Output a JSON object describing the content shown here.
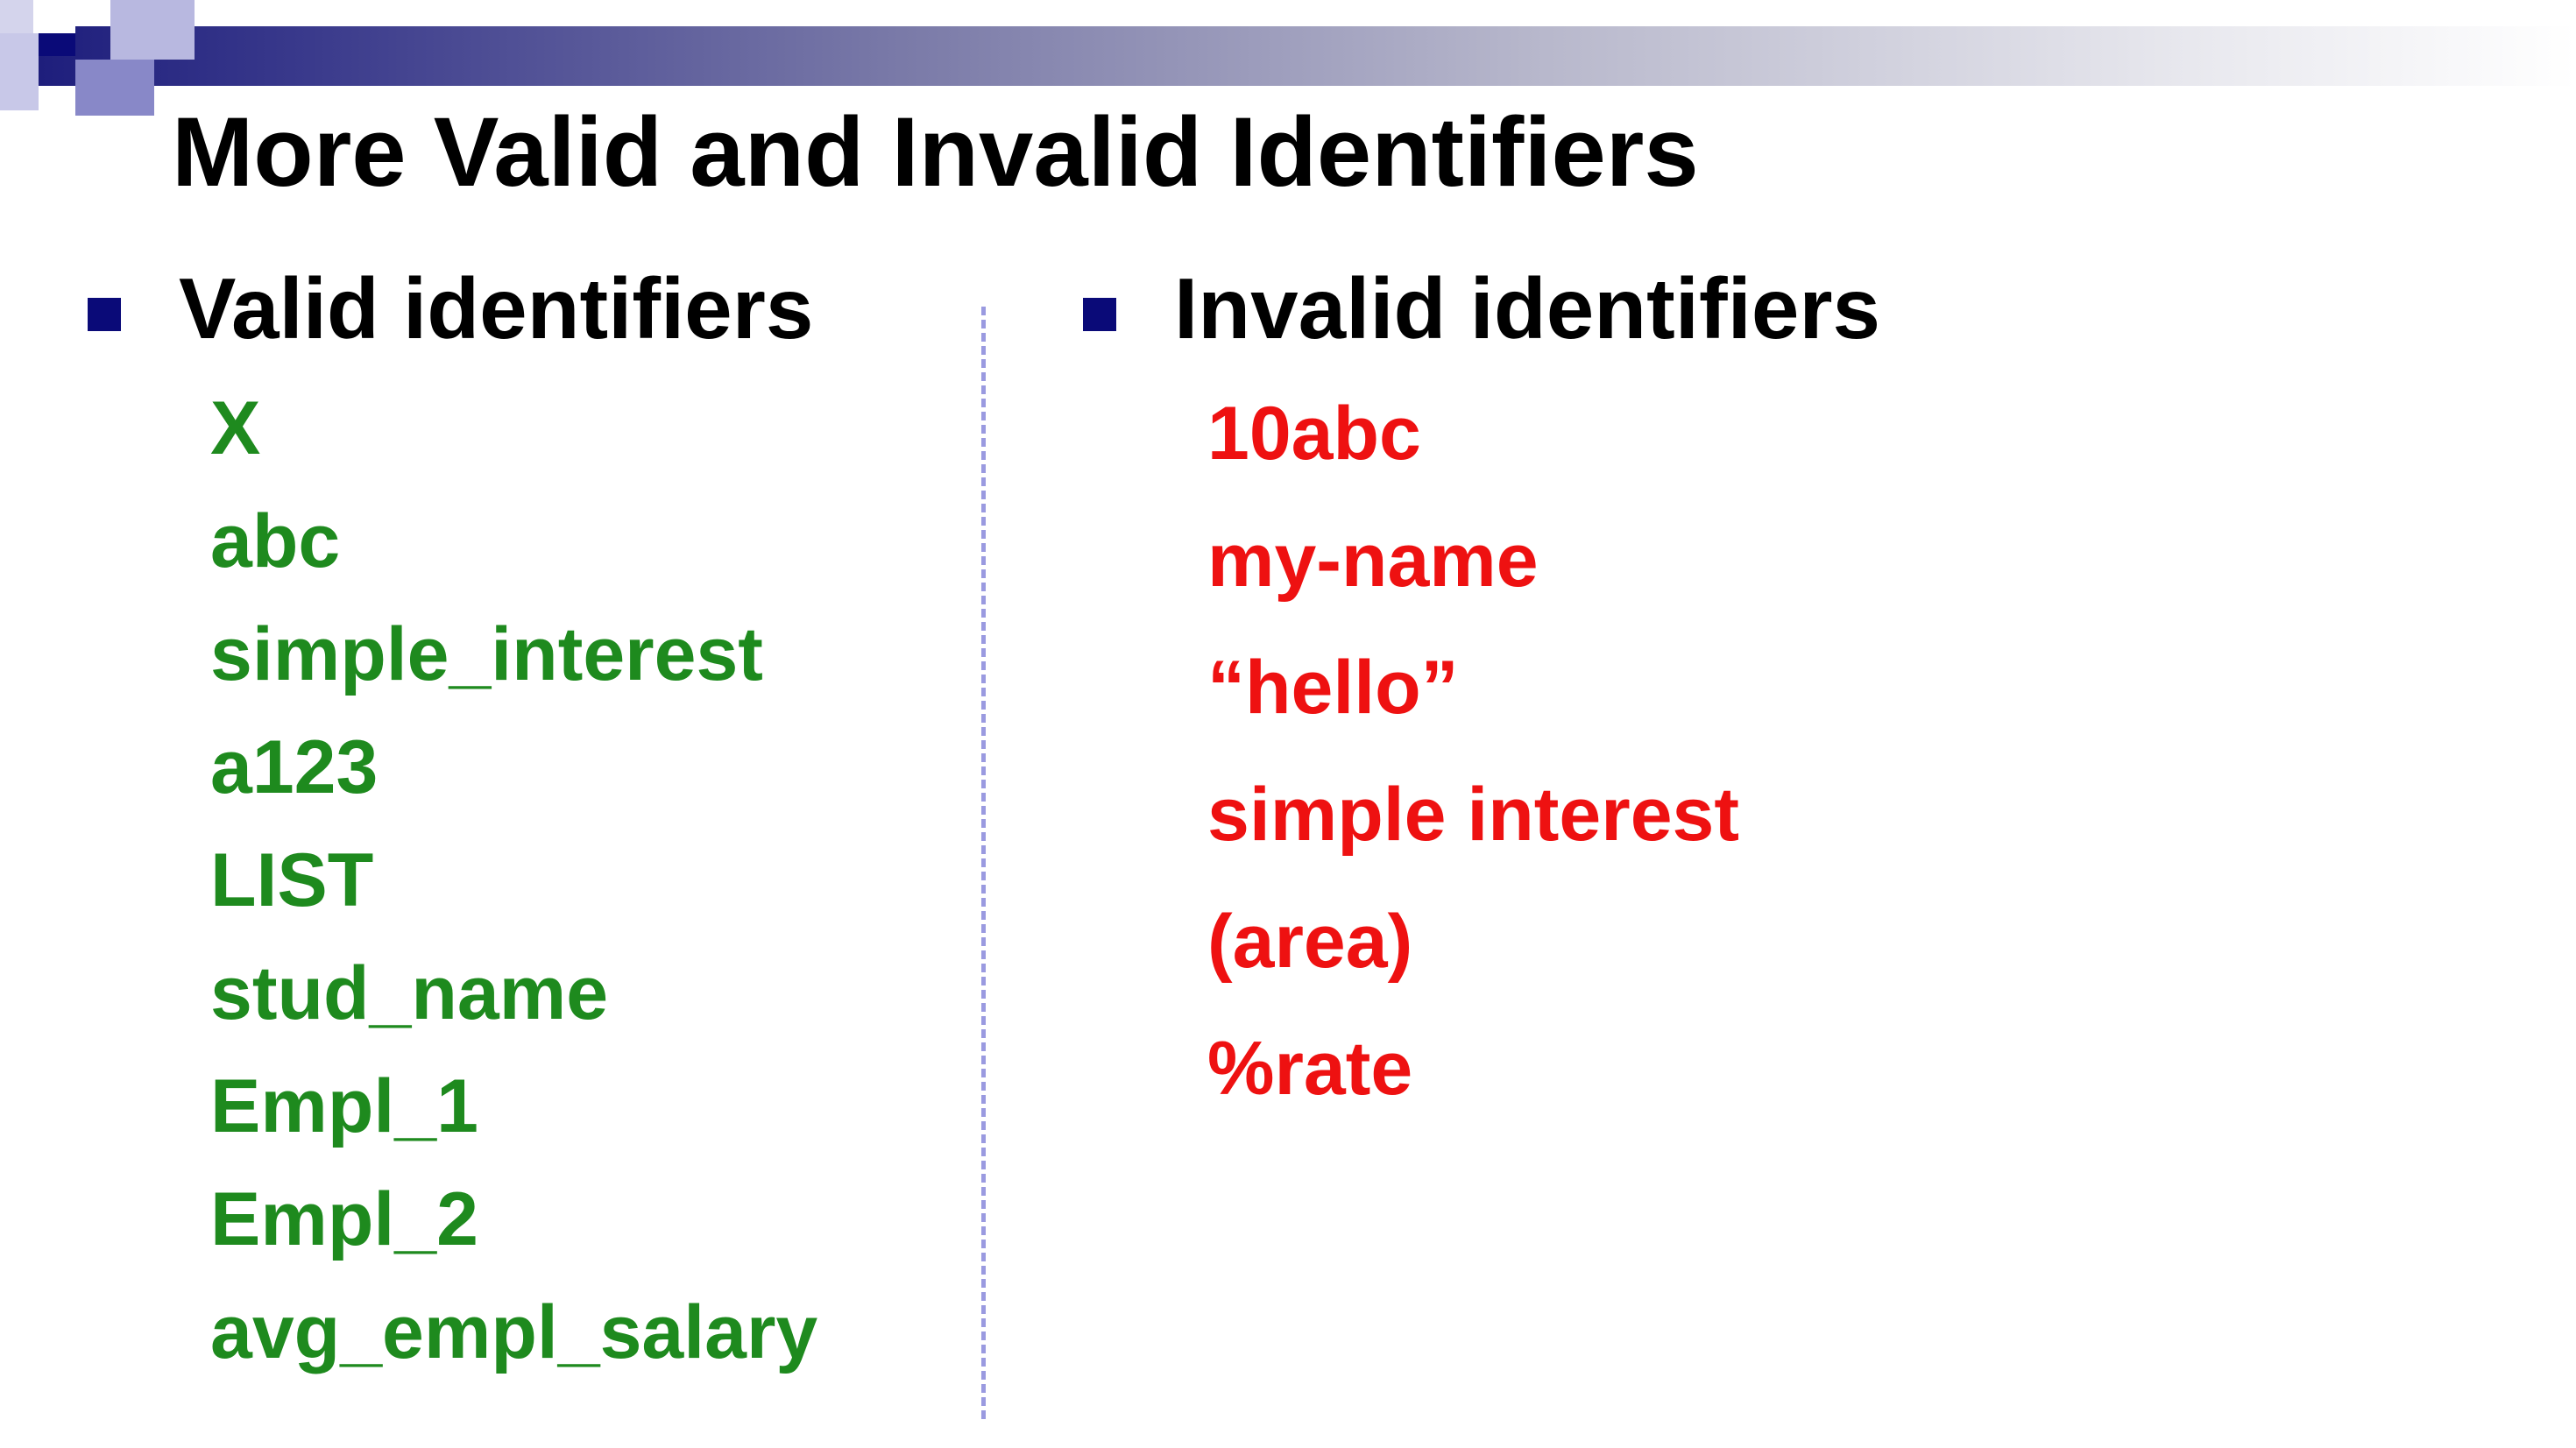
{
  "slide": {
    "title": "More Valid and Invalid Identifiers",
    "accent_color": "#0a0a78",
    "valid": {
      "heading": "Valid identifiers",
      "color": "#1e8a1e",
      "items": [
        "X",
        "abc",
        "simple_interest",
        "a123",
        "LIST",
        "stud_name",
        "Empl_1",
        "Empl_2",
        "avg_empl_salary"
      ]
    },
    "invalid": {
      "heading": "Invalid identifiers",
      "color": "#ee1111",
      "items": [
        "10abc",
        "my-name",
        "“hello”",
        "simple interest",
        "(area)",
        "%rate"
      ]
    }
  }
}
